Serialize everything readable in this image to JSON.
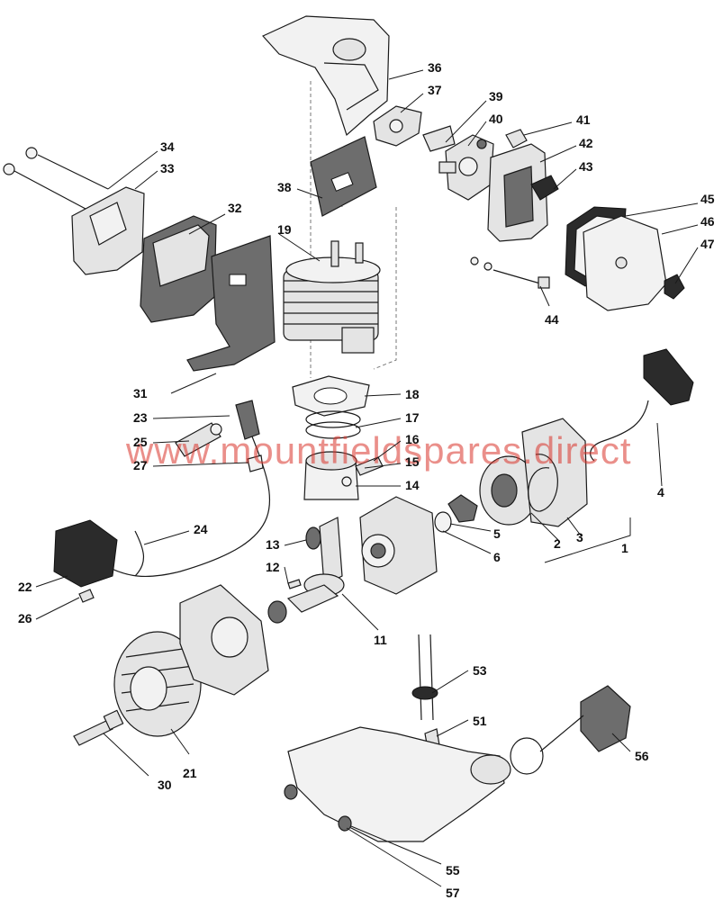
{
  "watermark": "www.mountfieldspares.direct",
  "accent_color": "#d9332a",
  "labels": {
    "p1": "1",
    "p2": "2",
    "p3": "3",
    "p4": "4",
    "p5": "5",
    "p6": "6",
    "p11": "11",
    "p12": "12",
    "p13": "13",
    "p14": "14",
    "p15": "15",
    "p16": "16",
    "p17": "17",
    "p18": "18",
    "p19": "19",
    "p21": "21",
    "p22": "22",
    "p23": "23",
    "p24": "24",
    "p25": "25",
    "p26": "26",
    "p27": "27",
    "p30": "30",
    "p31": "31",
    "p32": "32",
    "p33": "33",
    "p34": "34",
    "p36": "36",
    "p37": "37",
    "p38": "38",
    "p39": "39",
    "p40": "40",
    "p41": "41",
    "p42": "42",
    "p43": "43",
    "p44": "44",
    "p45": "45",
    "p46": "46",
    "p47": "47",
    "p51": "51",
    "p53": "53",
    "p55": "55",
    "p56": "56",
    "p57": "57"
  }
}
